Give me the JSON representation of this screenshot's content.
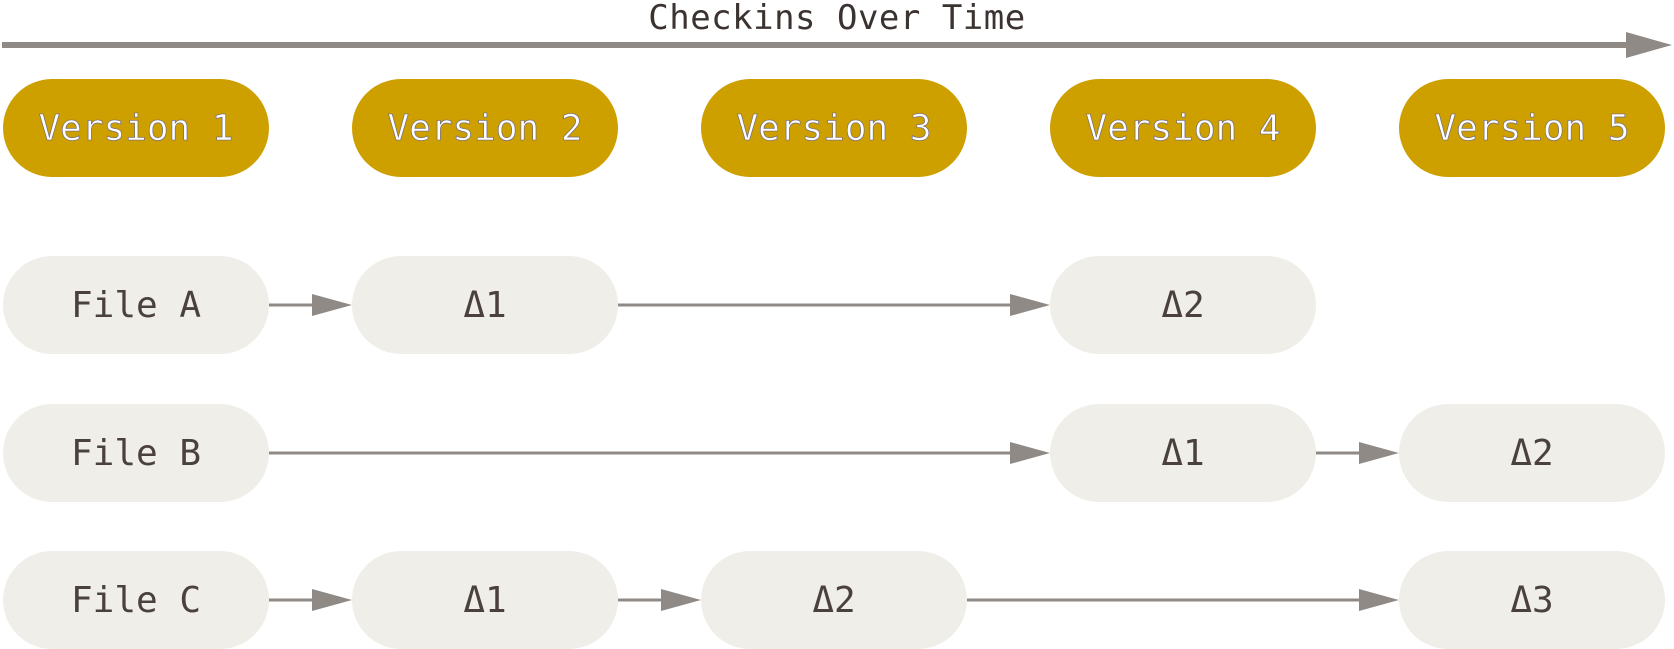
{
  "timeline": {
    "title": "Checkins Over Time"
  },
  "versions": [
    {
      "label": "Version 1"
    },
    {
      "label": "Version 2"
    },
    {
      "label": "Version 3"
    },
    {
      "label": "Version 4"
    },
    {
      "label": "Version 5"
    }
  ],
  "files": [
    {
      "label": "File A",
      "deltas": [
        {
          "label": "Δ1",
          "version": 2
        },
        {
          "label": "Δ2",
          "version": 4
        }
      ]
    },
    {
      "label": "File B",
      "deltas": [
        {
          "label": "Δ1",
          "version": 4
        },
        {
          "label": "Δ2",
          "version": 5
        }
      ]
    },
    {
      "label": "File C",
      "deltas": [
        {
          "label": "Δ1",
          "version": 2
        },
        {
          "label": "Δ2",
          "version": 3
        },
        {
          "label": "Δ3",
          "version": 5
        }
      ]
    }
  ],
  "colors": {
    "version_fill": "#cda000",
    "box_fill": "#efeee8",
    "arrow": "#8f8a85",
    "text": "#4a413c"
  }
}
